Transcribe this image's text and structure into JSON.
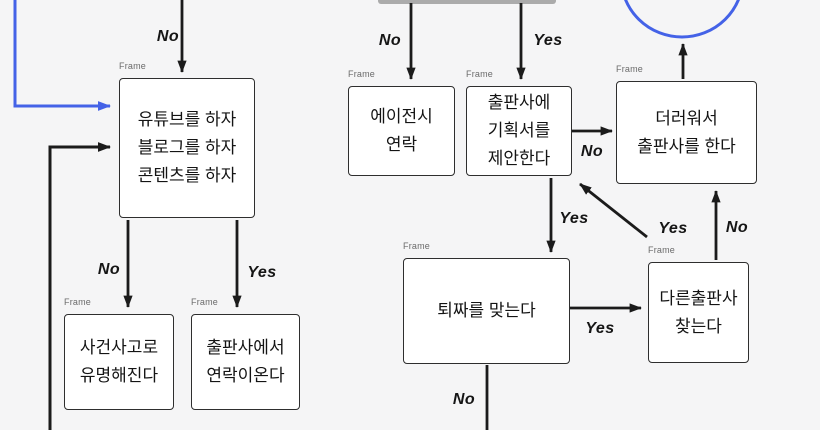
{
  "app": {
    "frame_label": "Frame"
  },
  "colors": {
    "background": "#f5f5f6",
    "box_fill": "#ffffff",
    "box_border": "#2e2e2e",
    "arrow_black": "#1b1b1b",
    "accent_blue": "#4462e7",
    "clipped_frame_gray": "#ababab",
    "frame_label_text": "#6b6b6b"
  },
  "nodes": [
    {
      "name": "do-content",
      "lines": [
        "유튜브를 하자",
        "블로그를 하자",
        "콘텐츠를 하자"
      ]
    },
    {
      "name": "agency-contact",
      "lines": [
        "에이전시",
        "연락"
      ]
    },
    {
      "name": "propose-to-publisher",
      "lines": [
        "출판사에",
        "기획서를",
        "제안한다"
      ]
    },
    {
      "name": "run-own-publisher",
      "lines": [
        "더러워서",
        "출판사를 한다"
      ]
    },
    {
      "name": "famous-by-scandal",
      "lines": [
        "사건사고로",
        "유명해진다"
      ]
    },
    {
      "name": "publisher-contacts",
      "lines": [
        "출판사에서",
        "연락이온다"
      ]
    },
    {
      "name": "get-rejected",
      "lines": [
        "퇴짜를 맞는다"
      ]
    },
    {
      "name": "find-other-publisher",
      "lines": [
        "다른출판사",
        "찾는다"
      ]
    }
  ],
  "edge_labels": [
    {
      "name": "no-into-do-content",
      "text": "No"
    },
    {
      "name": "no-into-agency",
      "text": "No"
    },
    {
      "name": "yes-into-proposal",
      "text": "Yes"
    },
    {
      "name": "no-proposal-to-selfpub",
      "text": "No"
    },
    {
      "name": "yes-proposal-to-rejected",
      "text": "Yes"
    },
    {
      "name": "yes-other-to-proposal",
      "text": "Yes"
    },
    {
      "name": "no-other-to-selfpub",
      "text": "No"
    },
    {
      "name": "no-content-to-famous",
      "text": "No"
    },
    {
      "name": "yes-content-to-contacted",
      "text": "Yes"
    },
    {
      "name": "yes-rejected-to-other",
      "text": "Yes"
    },
    {
      "name": "no-rejected-down",
      "text": "No"
    }
  ]
}
